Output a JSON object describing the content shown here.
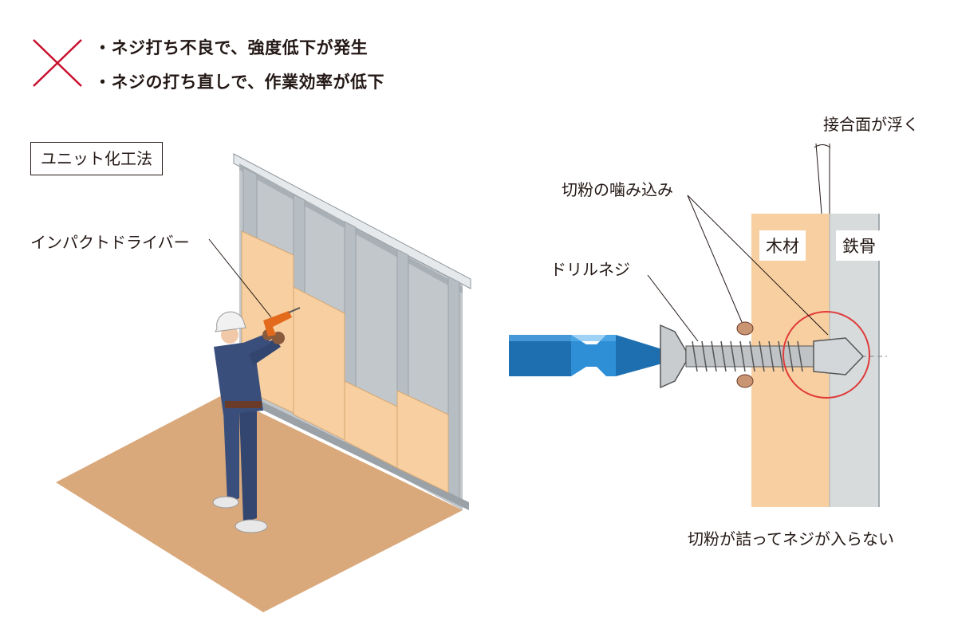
{
  "verdict": {
    "icon": "cross-mark-icon",
    "color": "#c8102e"
  },
  "bullets": [
    "・ネジ打ち不良で、強度低下が発生",
    "・ネジの打ち直しで、作業効率が低下"
  ],
  "left_panel": {
    "method_label": "ユニット化工法",
    "tool_label": "インパクトドライバー"
  },
  "right_panel": {
    "gap_label": "接合面が浮く",
    "chips_label": "切粉の噛み込み",
    "screw_label": "ドリルネジ",
    "wood_label": "木材",
    "steel_label": "鉄骨",
    "result_label": "切粉が詰ってネジが入らない"
  },
  "colors": {
    "wood": "#f7cfa0",
    "steel": "#d7dbdc",
    "floor": "#d9a97c",
    "bit": "#1d6fb0",
    "highlight": "#e03a3a",
    "worker": "#3a4e7c"
  }
}
